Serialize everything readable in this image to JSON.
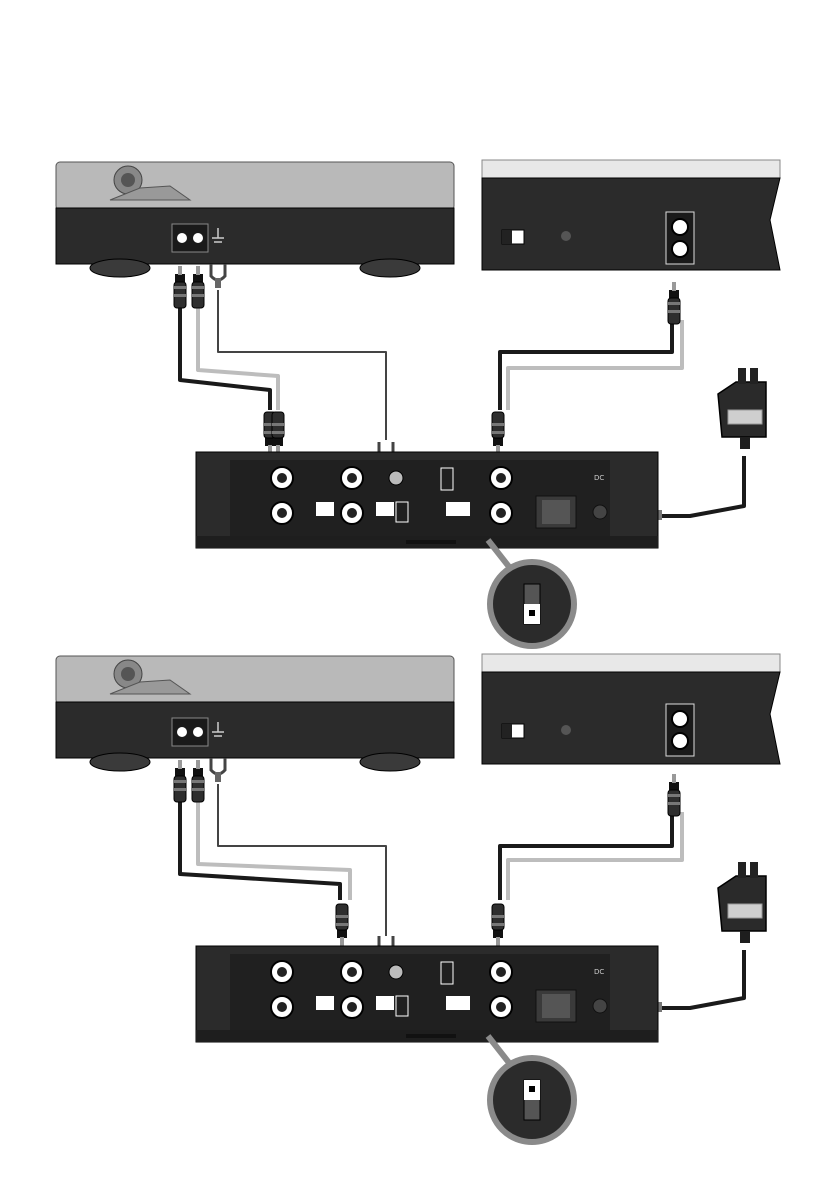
{
  "diagram": {
    "description_visible_text": [],
    "panels": [
      {
        "id": "top",
        "callout_switch_position": "down"
      },
      {
        "id": "bottom",
        "callout_switch_position": "up"
      }
    ],
    "colors": {
      "device_dark": "#2b2b2b",
      "turntable_lid": "#b9b9b9",
      "amp_top": "#efefef",
      "cable_black": "#1a1a1a",
      "cable_grey": "#bdbdbd",
      "callout_fill": "#2b2b2b",
      "callout_ring": "#8a8a8a"
    },
    "icons": [
      "ground-symbol-icon",
      "dc-power-symbol-icon",
      "power-adapter-plug-icon"
    ]
  }
}
